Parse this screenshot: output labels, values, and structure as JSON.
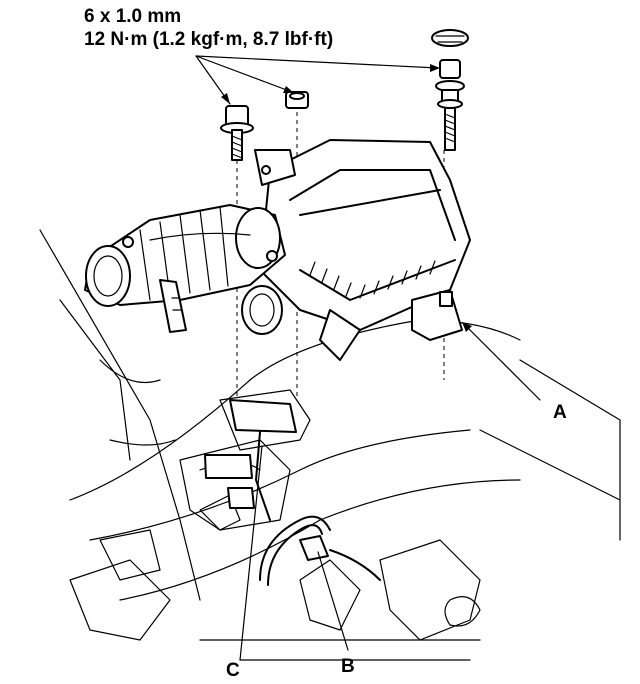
{
  "spec": {
    "bolt_size": "6 x 1.0 mm",
    "torque": "12 N·m (1.2 kgf·m, 8.7 lbf·ft)"
  },
  "callouts": {
    "a": "A",
    "b": "B",
    "c": "C"
  }
}
